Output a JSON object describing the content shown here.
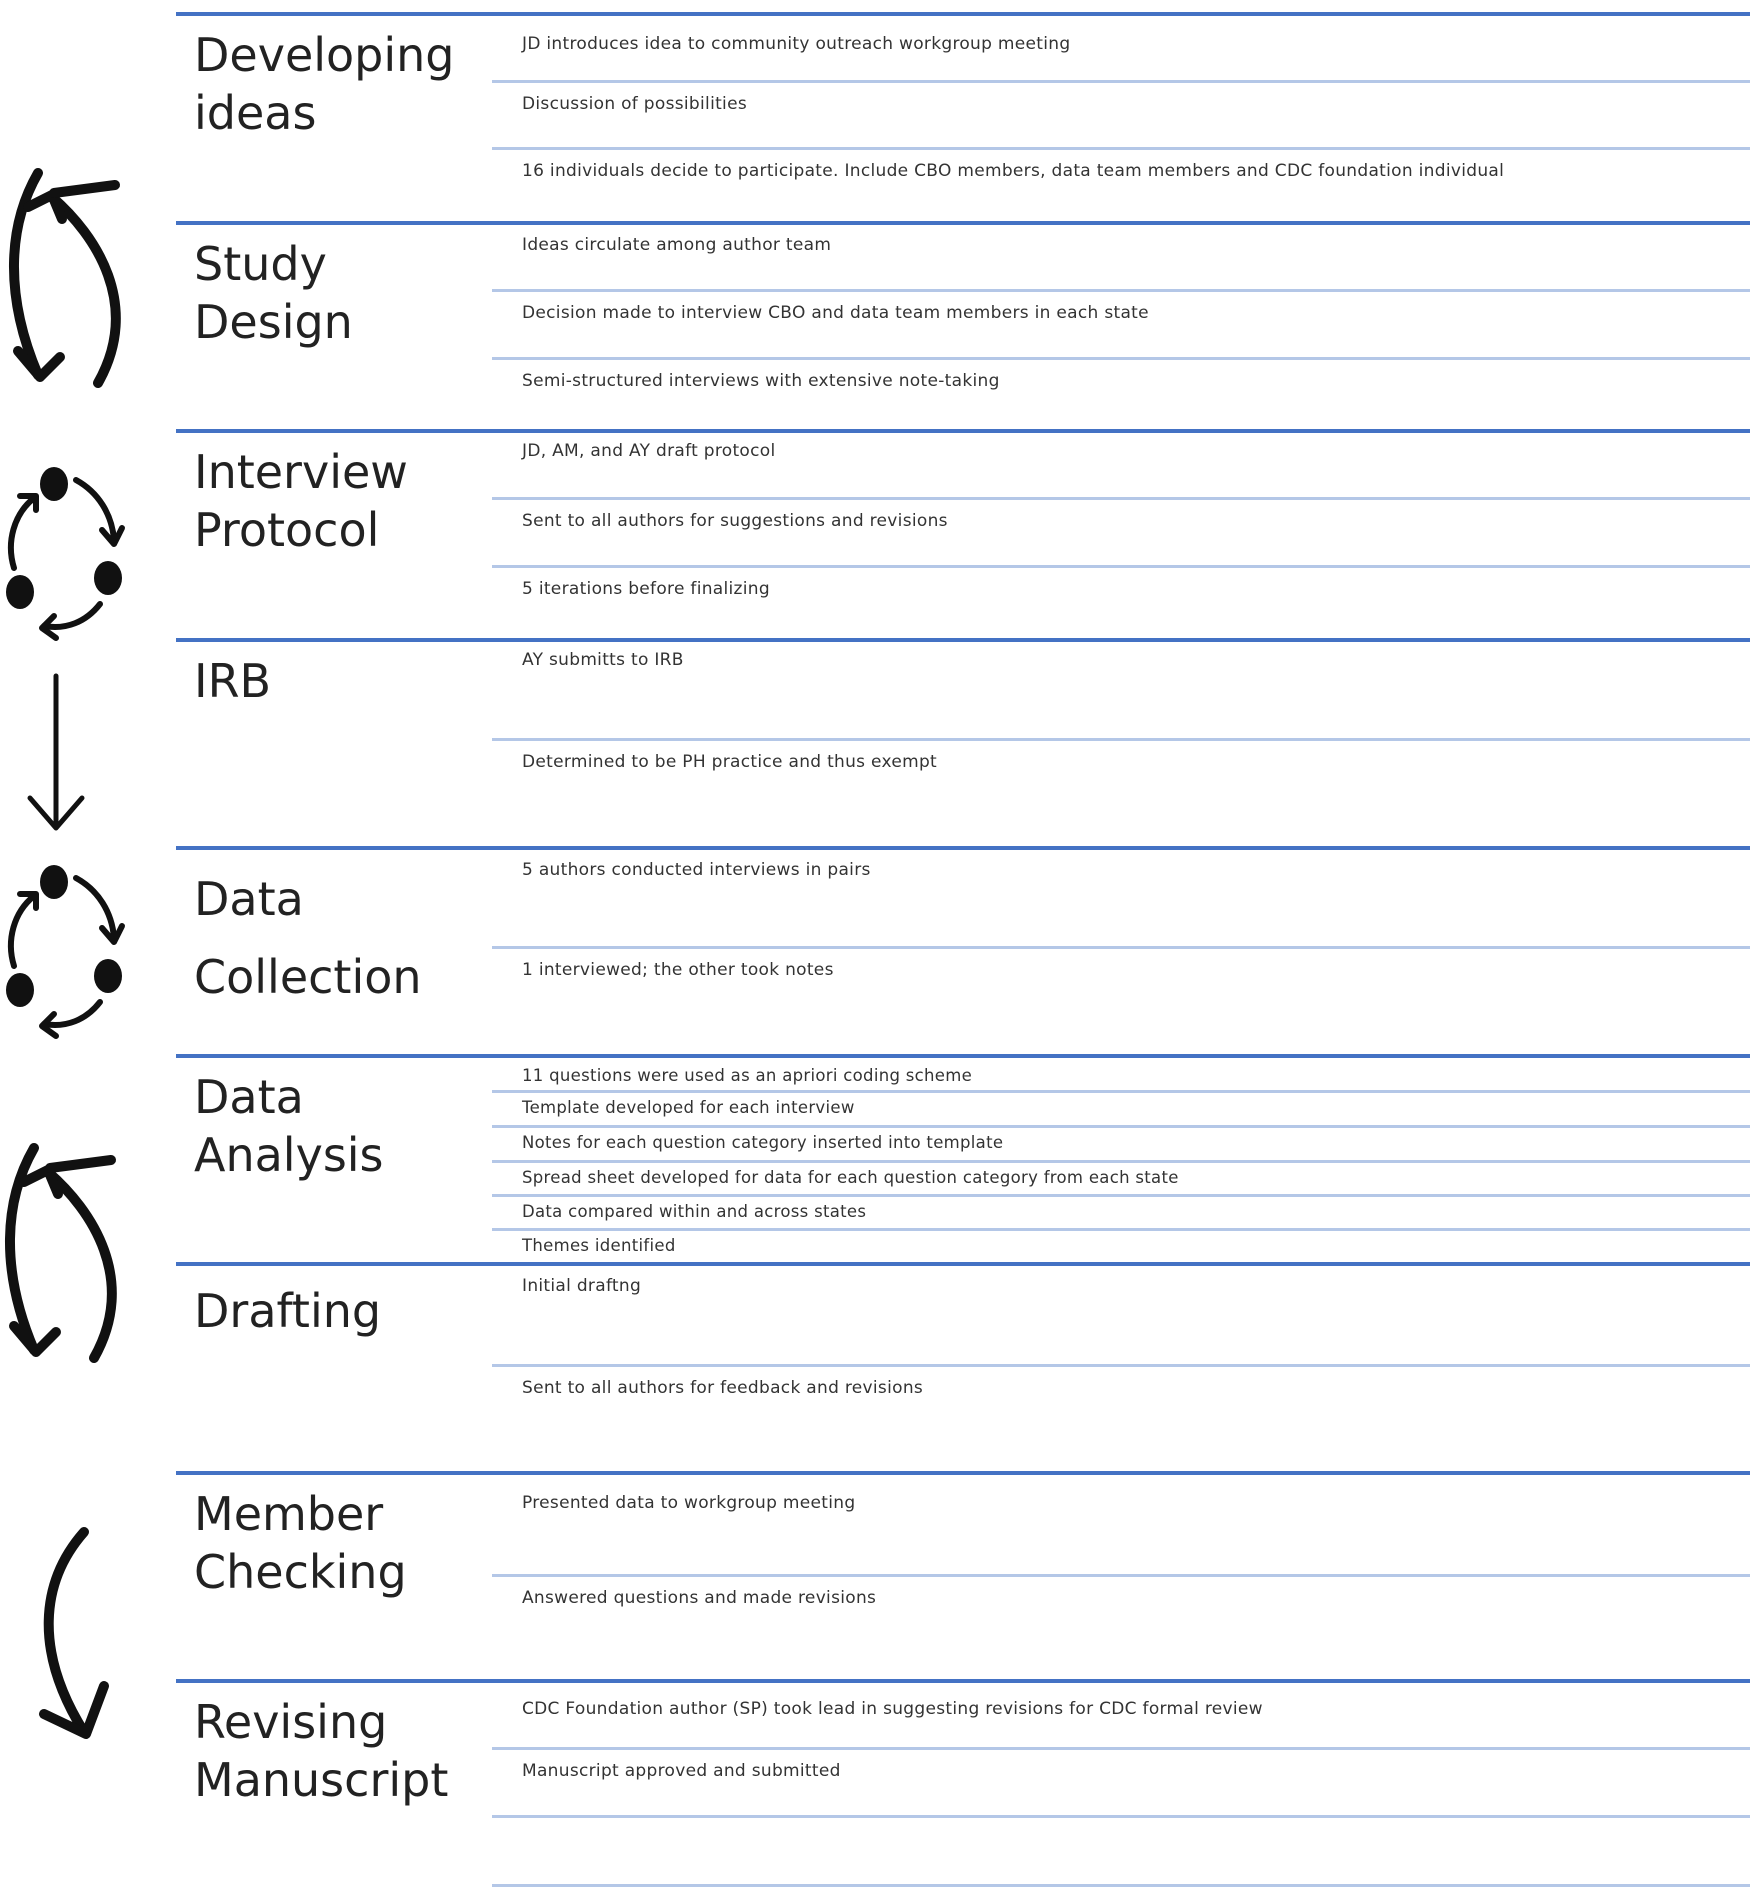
{
  "colors": {
    "stage_rule": "#4472c4",
    "row_rule": "#b4c7e7",
    "icon": "#111111"
  },
  "stages": [
    {
      "title": "Developing ideas",
      "items": [
        "JD introduces idea to community outreach workgroup meeting",
        "Discussion of possibilities",
        "16 individuals decide to participate. Include CBO members, data team members and CDC foundation individual"
      ]
    },
    {
      "title": "Study Design",
      "items": [
        "Ideas circulate among author team",
        "Decision made to interview CBO and data team members in each state",
        "Semi-structured interviews with extensive note-taking"
      ]
    },
    {
      "title": "Interview Protocol",
      "items": [
        "JD, AM, and AY draft protocol",
        "Sent to all authors for suggestions and revisions",
        "5 iterations before finalizing"
      ]
    },
    {
      "title": "IRB",
      "items": [
        "AY submitts to IRB",
        "Determined to be PH practice and thus exempt"
      ]
    },
    {
      "title": "Data Collection",
      "items": [
        "5 authors conducted interviews in pairs",
        "1 interviewed; the other took notes"
      ]
    },
    {
      "title": "Data Analysis",
      "items": [
        "11 questions were used as an apriori coding scheme",
        "Template developed for each interview",
        "Notes for each question category inserted into template",
        "Spread sheet developed for data for each question category from each state",
        "Data compared within and across states",
        "Themes identified"
      ]
    },
    {
      "title": "Drafting",
      "items": [
        "Initial draftng",
        "Sent to all authors for feedback and revisions"
      ]
    },
    {
      "title": "Member Checking",
      "items": [
        "Presented data to workgroup  meeting",
        "Answered questions and made revisions"
      ]
    },
    {
      "title": "Revising Manuscript",
      "items": [
        "CDC Foundation author (SP) took lead in suggesting revisions for CDC formal review",
        "Manuscript approved and submitted"
      ]
    }
  ],
  "icons": [
    "iterative-cycle-icon",
    "circular-cycle-icon",
    "down-arrow-icon",
    "circular-cycle-icon",
    "iterative-cycle-icon",
    "curved-arrow-icon"
  ]
}
